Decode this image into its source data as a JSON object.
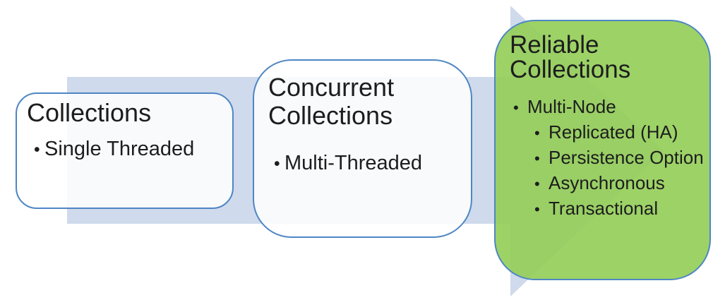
{
  "diagram": {
    "bullet_char": "•",
    "boxes": [
      {
        "id": "collections",
        "title": "Collections",
        "bullets": [
          {
            "level": 1,
            "text": "Single Threaded"
          }
        ]
      },
      {
        "id": "concurrent-collections",
        "title": "Concurrent Collections",
        "bullets": [
          {
            "level": 1,
            "text": "Multi-Threaded"
          }
        ]
      },
      {
        "id": "reliable-collections",
        "title": "Reliable Collections",
        "bullets": [
          {
            "level": 1,
            "text": "Multi-Node"
          },
          {
            "level": 2,
            "text": "Replicated (HA)"
          },
          {
            "level": 2,
            "text": "Persistence Option"
          },
          {
            "level": 2,
            "text": "Asynchronous"
          },
          {
            "level": 2,
            "text": "Transactional"
          }
        ]
      }
    ],
    "colors": {
      "background": "#ffffff",
      "arrow_fill": "#CFDAEC",
      "box_border": "#4E86C4",
      "light_box_fill": "rgba(255,255,255,0.85)",
      "green_box_fill": "rgba(146,205,86,0.9)",
      "text": "#1d1d1d"
    }
  }
}
